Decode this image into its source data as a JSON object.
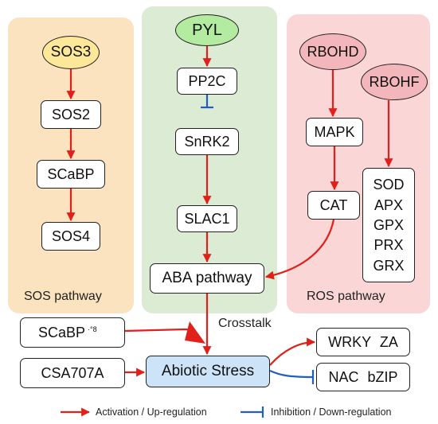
{
  "diagram": {
    "panels": {
      "sos": {
        "label": "SOS pathway",
        "color": "#fbe3bf"
      },
      "aba": {
        "color": "#dcebd3"
      },
      "ros": {
        "label": "ROS pathway",
        "color": "#fbd6d6"
      }
    },
    "nodes": {
      "sos3": "SOS3",
      "sos2": "SOS2",
      "scabp": "SCaBP",
      "sos4": "SOS4",
      "pyl": "PYL",
      "pp2c": "PP2C",
      "snrk2": "SnRK2",
      "slac1": "SLAC1",
      "aba_pathway": "ABA pathway",
      "rbohd": "RBOHD",
      "rbohf": "RBOHF",
      "mapk": "MAPK",
      "cat": "CAT",
      "antioxidants": [
        "SOD",
        "APX",
        "GPX",
        "PRX",
        "GRX"
      ],
      "scabp_input": "SCaBP",
      "scabp_input_mark": "·°8",
      "csa707a": "CSA707A",
      "abiotic_stress": "Abiotic Stress",
      "wrky_za": "WRKY ZA",
      "nac_bzip": "NAC bZIP"
    },
    "crosstalk_label": "Crosstalk",
    "legend": {
      "activation": "Activation / Up-regulation",
      "inhibition": "Inhibition / Down-regulation"
    },
    "colors": {
      "activation": "#e0201b",
      "inhibition": "#1f5fbf",
      "sos3_fill": "#fde89a",
      "pyl_fill": "#b3eba0",
      "rboh_fill": "#f3b7bb",
      "abiotic_fill": "#cde3f7"
    }
  }
}
